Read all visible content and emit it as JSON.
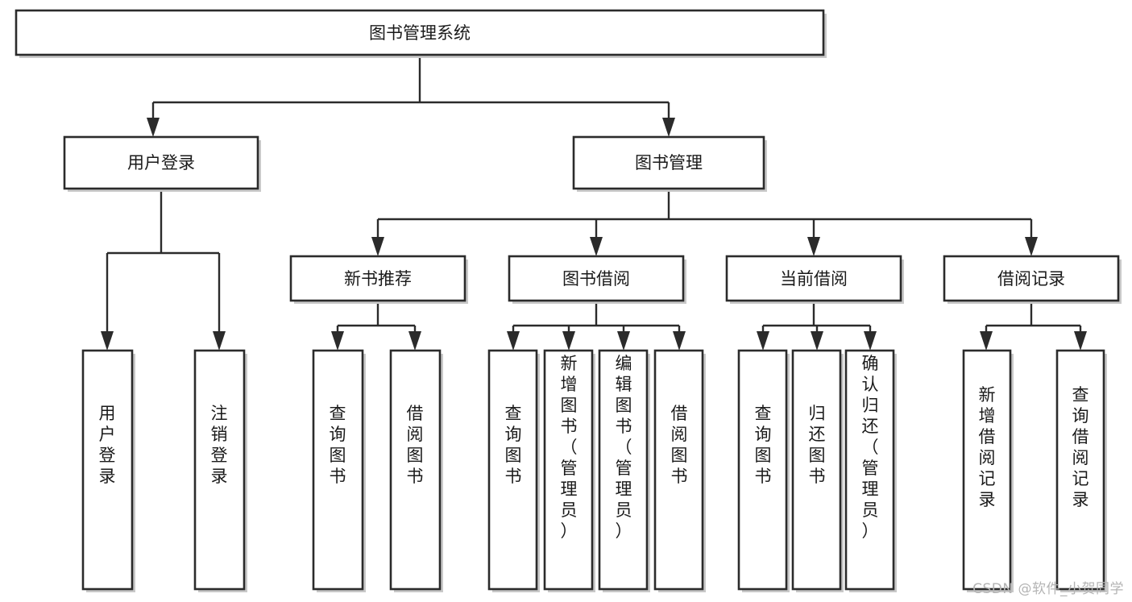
{
  "diagram": {
    "title": "图书管理系统",
    "watermark": "CSDN @软件_小贺同学",
    "type": "tree",
    "orientation": "top-down",
    "levels": 4,
    "nodes": {
      "root": {
        "label": "图书管理系统",
        "level": 1,
        "text_direction": "horizontal"
      },
      "l2_user_login": {
        "label": "用户登录",
        "level": 2,
        "text_direction": "horizontal"
      },
      "l2_book_manage": {
        "label": "图书管理",
        "level": 2,
        "text_direction": "horizontal"
      },
      "l3_new_book_rec": {
        "label": "新书推荐",
        "level": 3,
        "text_direction": "horizontal"
      },
      "l3_book_borrow": {
        "label": "图书借阅",
        "level": 3,
        "text_direction": "horizontal"
      },
      "l3_current_borrow": {
        "label": "当前借阅",
        "level": 3,
        "text_direction": "horizontal"
      },
      "l3_borrow_record": {
        "label": "借阅记录",
        "level": 3,
        "text_direction": "horizontal"
      },
      "leaf_user_login": {
        "label": "用户登录",
        "level": 4,
        "text_direction": "vertical"
      },
      "leaf_logout": {
        "label": "注销登录",
        "level": 4,
        "text_direction": "vertical"
      },
      "leaf_query_book_a": {
        "label": "查询图书",
        "level": 4,
        "text_direction": "vertical"
      },
      "leaf_borrow_book_a": {
        "label": "借阅图书",
        "level": 4,
        "text_direction": "vertical"
      },
      "leaf_query_book_b": {
        "label": "查询图书",
        "level": 4,
        "text_direction": "vertical"
      },
      "leaf_add_book": {
        "label": "新增图书（管理员）",
        "level": 4,
        "text_direction": "vertical"
      },
      "leaf_edit_book": {
        "label": "编辑图书（管理员）",
        "level": 4,
        "text_direction": "vertical"
      },
      "leaf_borrow_book_b": {
        "label": "借阅图书",
        "level": 4,
        "text_direction": "vertical"
      },
      "leaf_query_book_c": {
        "label": "查询图书",
        "level": 4,
        "text_direction": "vertical"
      },
      "leaf_return_book": {
        "label": "归还图书",
        "level": 4,
        "text_direction": "vertical"
      },
      "leaf_confirm_return": {
        "label": "确认归还（管理员）",
        "level": 4,
        "text_direction": "vertical"
      },
      "leaf_add_record": {
        "label": "新增借阅记录",
        "level": 4,
        "text_direction": "vertical"
      },
      "leaf_query_record": {
        "label": "查询借阅记录",
        "level": 4,
        "text_direction": "vertical"
      }
    },
    "edges": [
      {
        "from": "root",
        "to": "l2_user_login"
      },
      {
        "from": "root",
        "to": "l2_book_manage"
      },
      {
        "from": "l2_user_login",
        "to": "leaf_user_login"
      },
      {
        "from": "l2_user_login",
        "to": "leaf_logout"
      },
      {
        "from": "l2_book_manage",
        "to": "l3_new_book_rec"
      },
      {
        "from": "l2_book_manage",
        "to": "l3_book_borrow"
      },
      {
        "from": "l2_book_manage",
        "to": "l3_current_borrow"
      },
      {
        "from": "l2_book_manage",
        "to": "l3_borrow_record"
      },
      {
        "from": "l3_new_book_rec",
        "to": "leaf_query_book_a"
      },
      {
        "from": "l3_new_book_rec",
        "to": "leaf_borrow_book_a"
      },
      {
        "from": "l3_book_borrow",
        "to": "leaf_query_book_b"
      },
      {
        "from": "l3_book_borrow",
        "to": "leaf_add_book"
      },
      {
        "from": "l3_book_borrow",
        "to": "leaf_edit_book"
      },
      {
        "from": "l3_book_borrow",
        "to": "leaf_borrow_book_b"
      },
      {
        "from": "l3_current_borrow",
        "to": "leaf_query_book_c"
      },
      {
        "from": "l3_current_borrow",
        "to": "leaf_return_book"
      },
      {
        "from": "l3_current_borrow",
        "to": "leaf_confirm_return"
      },
      {
        "from": "l3_borrow_record",
        "to": "leaf_add_record"
      },
      {
        "from": "l3_borrow_record",
        "to": "leaf_query_record"
      }
    ],
    "colors": {
      "background": "#ffffff",
      "box_fill": "#ffffff",
      "box_stroke": "#2b2b2b",
      "connector": "#2b2b2b",
      "text": "#1a1a1a",
      "watermark": "#b4b4b4"
    }
  }
}
